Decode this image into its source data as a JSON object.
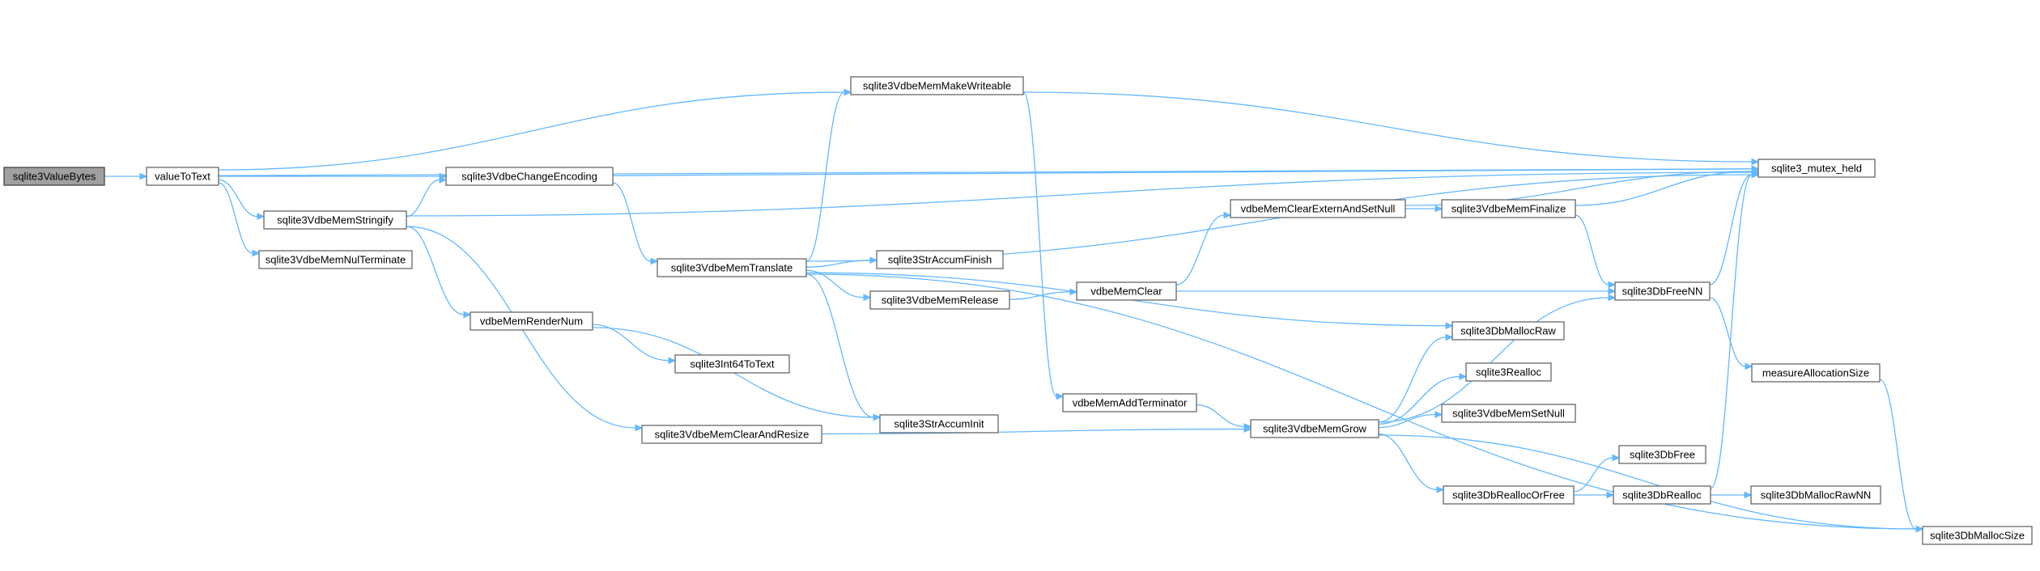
{
  "graph": {
    "nodes": {
      "n_valuebytes": "sqlite3ValueBytes",
      "n_valuetotext": "valueToText",
      "n_changeenc": "sqlite3VdbeChangeEncoding",
      "n_stringify": "sqlite3VdbeMemStringify",
      "n_nulterm": "sqlite3VdbeMemNulTerminate",
      "n_makewriteable": "sqlite3VdbeMemMakeWriteable",
      "n_translate": "sqlite3VdbeMemTranslate",
      "n_rendernum": "vdbeMemRenderNum",
      "n_clearresize": "sqlite3VdbeMemClearAndResize",
      "n_straccumfinish": "sqlite3StrAccumFinish",
      "n_memrelease": "sqlite3VdbeMemRelease",
      "n_int64totext": "sqlite3Int64ToText",
      "n_straccuminit": "sqlite3StrAccumInit",
      "n_addterm": "vdbeMemAddTerminator",
      "n_memclear": "vdbeMemClear",
      "n_clearextern": "vdbeMemClearExternAndSetNull",
      "n_memfinalize": "sqlite3VdbeMemFinalize",
      "n_memgrow": "sqlite3VdbeMemGrow",
      "n_dbmallocraw": "sqlite3DbMallocRaw",
      "n_realloc": "sqlite3Realloc",
      "n_setnull": "sqlite3VdbeMemSetNull",
      "n_dbreallocorfree": "sqlite3DbReallocOrFree",
      "n_dbfree": "sqlite3DbFree",
      "n_dbrealloc": "sqlite3DbRealloc",
      "n_mutexheld": "sqlite3_mutex_held",
      "n_dbfreenn": "sqlite3DbFreeNN",
      "n_measuresize": "measureAllocationSize",
      "n_dbmallocrawnn": "sqlite3DbMallocRawNN",
      "n_dbmallocsize": "sqlite3DbMallocSize"
    },
    "edges": [
      [
        "n_valuebytes",
        "n_valuetotext"
      ],
      [
        "n_valuetotext",
        "n_mutexheld"
      ],
      [
        "n_valuetotext",
        "n_makewriteable"
      ],
      [
        "n_valuetotext",
        "n_changeenc"
      ],
      [
        "n_valuetotext",
        "n_stringify"
      ],
      [
        "n_valuetotext",
        "n_nulterm"
      ],
      [
        "n_changeenc",
        "n_mutexheld"
      ],
      [
        "n_changeenc",
        "n_translate"
      ],
      [
        "n_stringify",
        "n_changeenc"
      ],
      [
        "n_stringify",
        "n_mutexheld"
      ],
      [
        "n_stringify",
        "n_rendernum"
      ],
      [
        "n_stringify",
        "n_clearresize"
      ],
      [
        "n_makewriteable",
        "n_mutexheld"
      ],
      [
        "n_makewriteable",
        "n_addterm"
      ],
      [
        "n_translate",
        "n_makewriteable"
      ],
      [
        "n_translate",
        "n_mutexheld"
      ],
      [
        "n_translate",
        "n_straccumfinish"
      ],
      [
        "n_translate",
        "n_memrelease"
      ],
      [
        "n_translate",
        "n_straccuminit"
      ],
      [
        "n_translate",
        "n_dbmallocraw"
      ],
      [
        "n_translate",
        "n_dbmallocsize"
      ],
      [
        "n_rendernum",
        "n_int64totext"
      ],
      [
        "n_rendernum",
        "n_straccuminit"
      ],
      [
        "n_clearresize",
        "n_memgrow"
      ],
      [
        "n_memrelease",
        "n_memclear"
      ],
      [
        "n_memclear",
        "n_clearextern"
      ],
      [
        "n_memclear",
        "n_dbfreenn"
      ],
      [
        "n_clearextern",
        "n_mutexheld"
      ],
      [
        "n_clearextern",
        "n_memfinalize"
      ],
      [
        "n_memfinalize",
        "n_mutexheld"
      ],
      [
        "n_memfinalize",
        "n_dbfreenn"
      ],
      [
        "n_addterm",
        "n_memgrow"
      ],
      [
        "n_memgrow",
        "n_dbmallocraw"
      ],
      [
        "n_memgrow",
        "n_realloc"
      ],
      [
        "n_memgrow",
        "n_setnull"
      ],
      [
        "n_memgrow",
        "n_dbfreenn"
      ],
      [
        "n_memgrow",
        "n_dbreallocorfree"
      ],
      [
        "n_memgrow",
        "n_dbmallocsize"
      ],
      [
        "n_dbreallocorfree",
        "n_dbfree"
      ],
      [
        "n_dbreallocorfree",
        "n_dbrealloc"
      ],
      [
        "n_dbrealloc",
        "n_mutexheld"
      ],
      [
        "n_dbrealloc",
        "n_dbmallocrawnn"
      ],
      [
        "n_dbfreenn",
        "n_mutexheld"
      ],
      [
        "n_dbfreenn",
        "n_measuresize"
      ],
      [
        "n_measuresize",
        "n_dbmallocsize"
      ]
    ]
  }
}
